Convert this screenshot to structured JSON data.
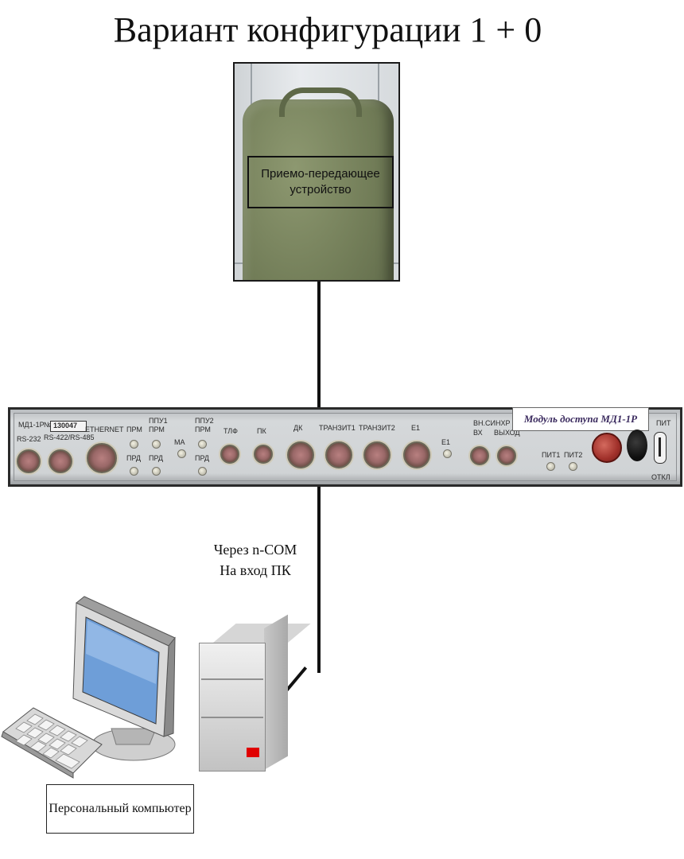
{
  "title": "Вариант конфигурации 1 + 0",
  "transceiver": {
    "label": "Приемо-передающее устройство"
  },
  "module": {
    "label": "Модуль доступа МД1-1Р",
    "model": "МД1-1Р",
    "serial_prefix": "№",
    "serial": "130047",
    "ports": {
      "rs232": "RS-232",
      "rs422": "RS-422/RS-485",
      "ethernet": "ETHERNET",
      "prm1": "ПРМ",
      "prd1": "ПРД",
      "ppu1": "ППУ1",
      "ppu1_prm": "ПРМ",
      "ppu1_prd": "ПРД",
      "ma": "МА",
      "ppu2": "ППУ2",
      "ppu2_prm": "ПРМ",
      "ppu2_prd": "ПРД",
      "tlf": "ТЛФ",
      "pk": "ПК",
      "dk": "ДК",
      "tranzit1": "ТРАНЗИТ1",
      "tranzit2": "ТРАНЗИТ2",
      "e1": "E1",
      "e1_led": "E1",
      "sync": "ВН.СИНХР",
      "sync_in": "ВХ",
      "sync_out": "ВЫХОД",
      "pit1": "ПИТ1",
      "pit2": "ПИТ2",
      "pit": "ПИТ",
      "otkl": "ОТКЛ"
    }
  },
  "connection_caption": {
    "line1": "Через n-COM",
    "line2": "На вход ПК"
  },
  "pc": {
    "label": "Персональный компьютер"
  },
  "colors": {
    "wire": "#111111",
    "module_label_text": "#3a2a5e",
    "transceiver_body": "#727d58",
    "tower_led": "#e00000"
  }
}
